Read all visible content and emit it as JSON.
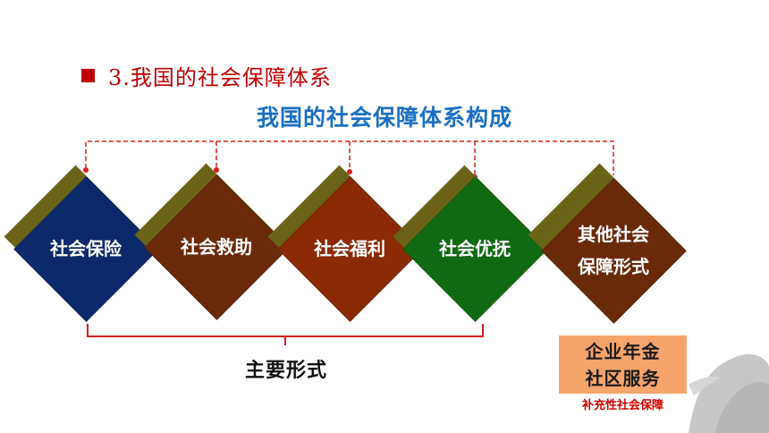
{
  "heading": "3.我国的社会保障体系",
  "subtitle": "我国的社会保障体系构成",
  "items": [
    {
      "label": "社会保险",
      "color": "#0c2a6b"
    },
    {
      "label": "社会救助",
      "color": "#6a2a0a"
    },
    {
      "label": "社会福利",
      "color": "#8b2a05"
    },
    {
      "label": "社会优抚",
      "color": "#0f6a12"
    },
    {
      "label": "其他社会\n保障形式",
      "color": "#6a2a0a"
    }
  ],
  "main_forms_label": "主要形式",
  "supplementary": {
    "items": [
      "企业年金",
      "社区服务"
    ],
    "label": "补充性社会保障",
    "box_color": "#f5a46c"
  },
  "colors": {
    "accent_red": "#c00000",
    "subtitle_blue": "#1a6fc2",
    "diamond_shadow": "#6b6418"
  }
}
